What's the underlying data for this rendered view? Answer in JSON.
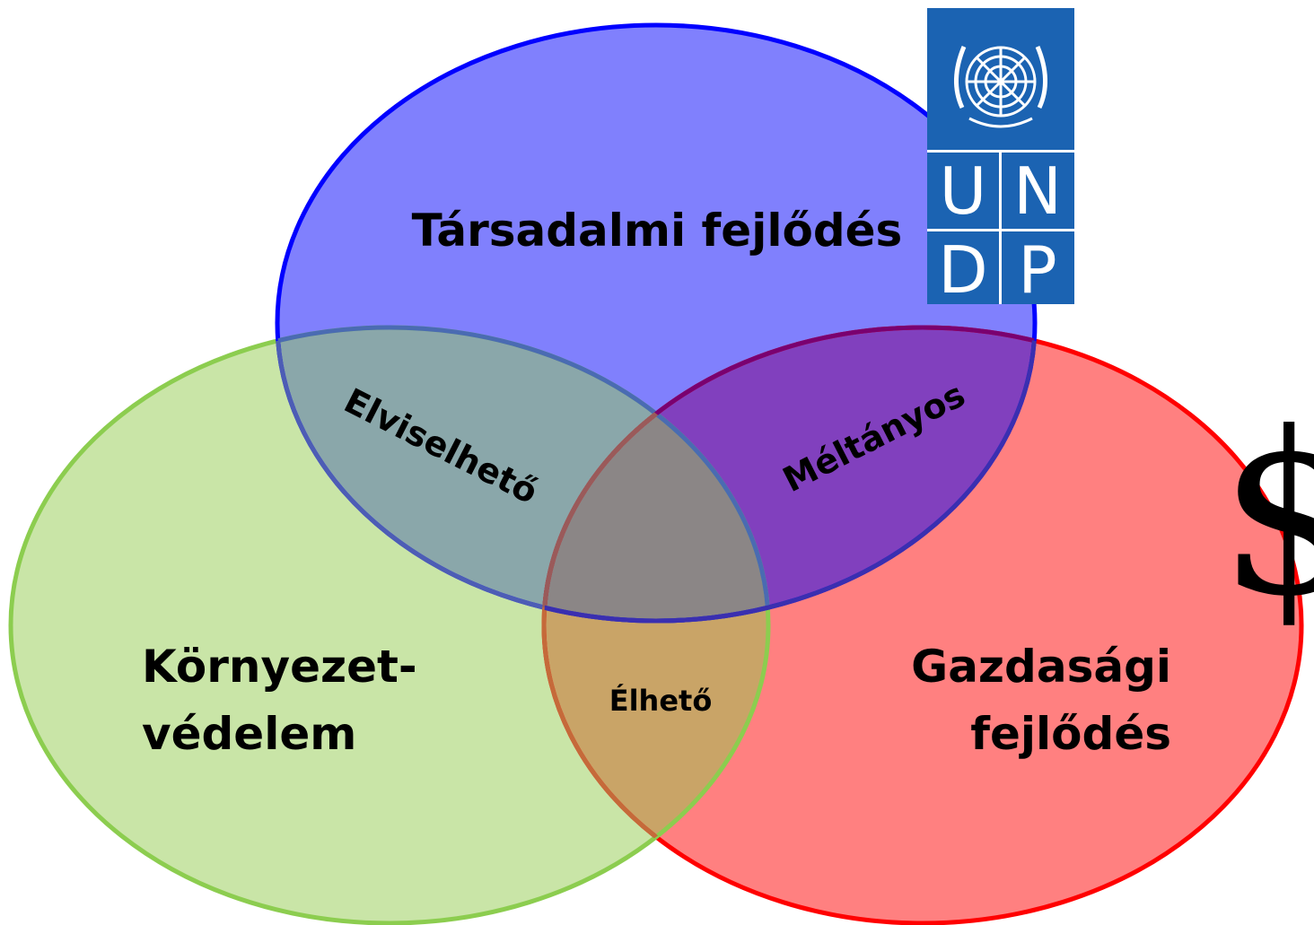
{
  "circles": {
    "social": {
      "label": "Társadalmi fejlődés",
      "color": "#0000ff"
    },
    "environment": {
      "label_line1": "Környezet-",
      "label_line2": "védelem",
      "color": "#8ccd4f"
    },
    "economic": {
      "label_line1": "Gazdasági",
      "label_line2": "fejlődés",
      "color": "#ff0000"
    }
  },
  "overlaps": {
    "social_environment": "Elviselhető",
    "social_economic": "Méltányos",
    "environment_economic": "Élhető"
  },
  "logo": {
    "letters": [
      "U",
      "N",
      "D",
      "P"
    ],
    "background": "#1b63b2"
  },
  "currency_symbol": "$"
}
